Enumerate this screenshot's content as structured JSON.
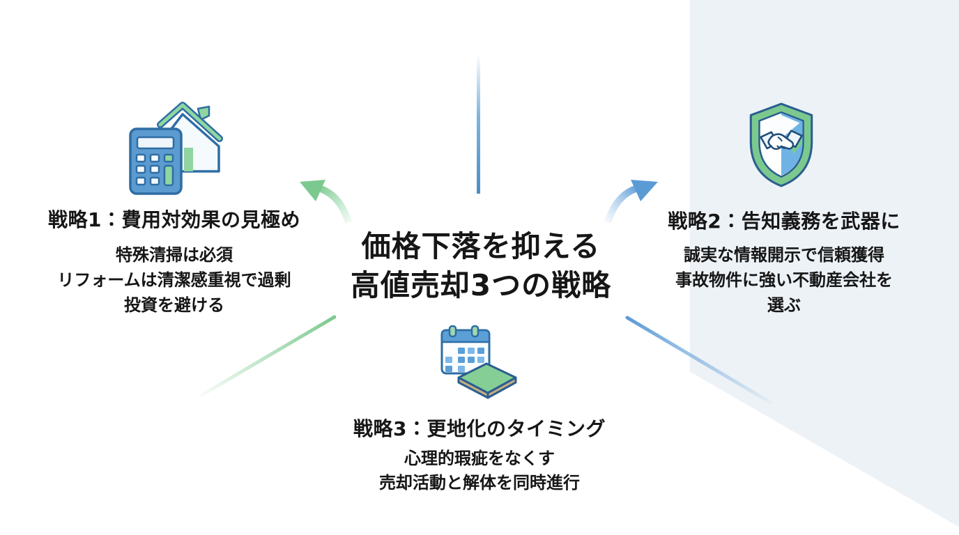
{
  "diagram": {
    "title_line1": "価格下落を抑える",
    "title_line2": "高値売却3つの戦略"
  },
  "strategies": [
    {
      "heading": "戦略1：費用対効果の見極め",
      "lines": [
        "特殊清掃は必須",
        "リフォームは清潔感重視で過剰",
        "投資を避ける"
      ],
      "icon": "calculator-house-icon"
    },
    {
      "heading": "戦略2：告知義務を武器に",
      "lines": [
        "誠実な情報開示で信頼獲得",
        "事故物件に強い不動産会社を",
        "選ぶ"
      ],
      "icon": "shield-handshake-icon"
    },
    {
      "heading": "戦略3：更地化のタイミング",
      "lines": [
        "心理的瑕疵をなくす",
        "売却活動と解体を同時進行"
      ],
      "icon": "calendar-vacant-lot-icon"
    }
  ],
  "colors": {
    "text": "#161616",
    "accent_green": "#7cc98f",
    "accent_blue": "#5b9bd5",
    "panel_background": "#edf2f7"
  }
}
